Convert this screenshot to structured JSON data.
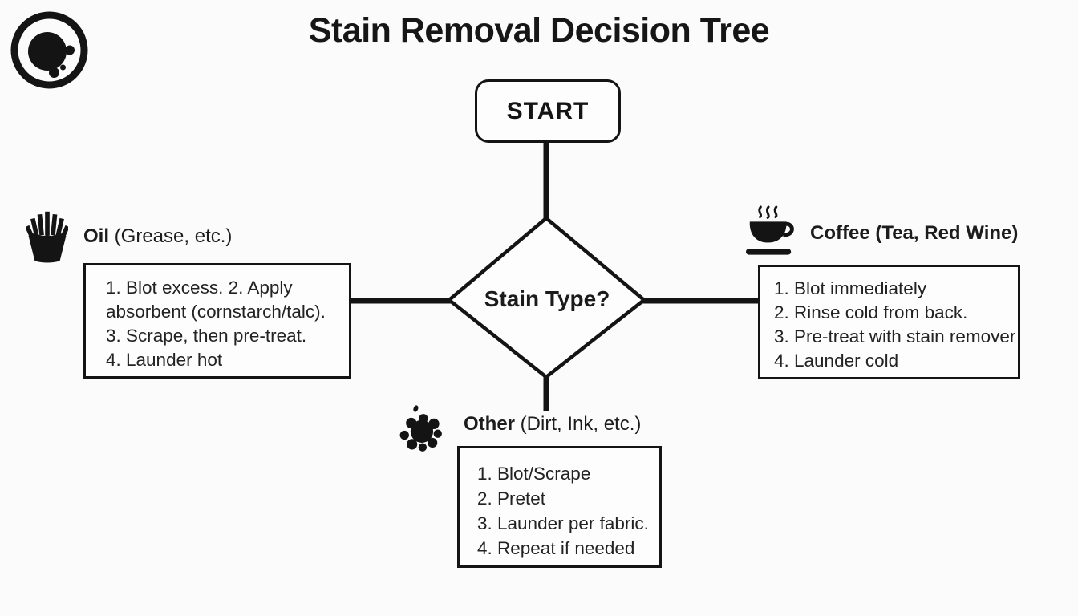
{
  "page": {
    "title": "Stain Removal Decision Tree",
    "background": "#fbfbfb",
    "ink_color": "#141414"
  },
  "flowchart": {
    "start_label": "START",
    "decision_label": "Stain Type?",
    "branches": {
      "oil": {
        "icon": "fries-icon",
        "label_bold": "Oil",
        "label_rest": " (Grease, etc.)",
        "steps_lines": [
          "1. Blot excess. 2. Apply",
          "absorbent (cornstarch/talc).",
          "3. Scrape, then pre-treat.",
          "4. Launder hot"
        ]
      },
      "coffee": {
        "icon": "coffee-cup-icon",
        "label_bold": "Coffee (Tea, Red Wine)",
        "label_rest": "",
        "steps_lines": [
          "1. Blot immediately",
          "2. Rinse cold from back.",
          "3. Pre-treat with stain remover",
          "4. Launder cold"
        ]
      },
      "other": {
        "icon": "ink-splat-icon",
        "label_bold": "Other",
        "label_rest": " (Dirt, Ink, etc.)",
        "steps_lines": [
          "1. Blot/Scrape",
          "2. Pretet",
          "3. Launder per fabric.",
          "4. Repeat if needed"
        ]
      }
    }
  }
}
